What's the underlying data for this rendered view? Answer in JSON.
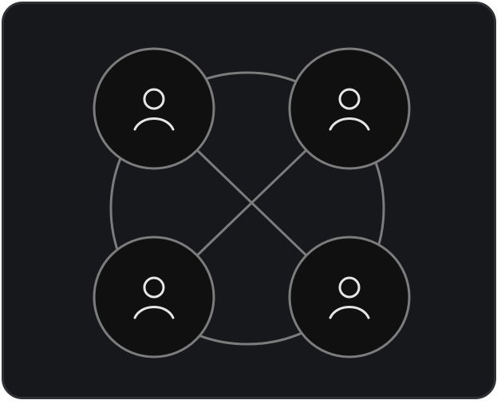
{
  "diagram": {
    "nodes": [
      {
        "id": "node-top-left",
        "icon": "user-icon"
      },
      {
        "id": "node-top-right",
        "icon": "user-icon"
      },
      {
        "id": "node-bottom-left",
        "icon": "user-icon"
      },
      {
        "id": "node-bottom-right",
        "icon": "user-icon"
      }
    ],
    "connections": [
      {
        "from": "node-top-left",
        "to": "node-bottom-right"
      },
      {
        "from": "node-top-right",
        "to": "node-bottom-left"
      }
    ],
    "colors": {
      "background": "#17181b",
      "border": "#2f3033",
      "node_fill": "#101010",
      "stroke": "#7c7c7c",
      "icon": "#e6e6e6"
    }
  }
}
